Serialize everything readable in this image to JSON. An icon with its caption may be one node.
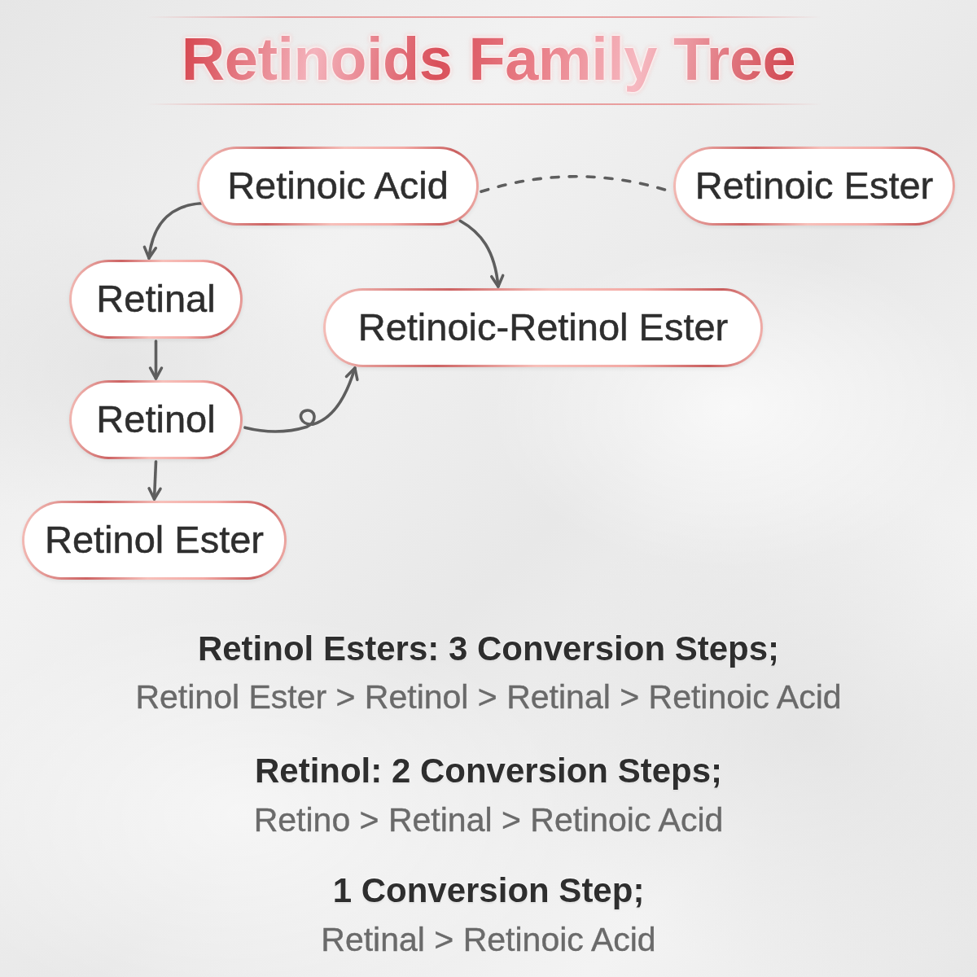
{
  "diagram": {
    "title": "Retinoids Family Tree",
    "nodes": [
      {
        "text": [
          "Retinoic Acid"
        ]
      },
      {
        "text": [
          "Retinoic Ester"
        ]
      },
      {
        "text": [
          "Retinal"
        ]
      },
      {
        "text": [
          "Retinoic-Retinol Ester"
        ]
      },
      {
        "text": [
          "Retinol"
        ]
      },
      {
        "text": [
          "Retinol Ester"
        ]
      }
    ],
    "edges": [
      {
        "from": 0,
        "to": 2,
        "arrow": "to"
      },
      {
        "from": 0,
        "to": 1,
        "arrow": "none",
        "style": "dashed"
      },
      {
        "from": 0,
        "to": 3,
        "arrow": "to"
      },
      {
        "from": 2,
        "to": 4,
        "arrow": "to"
      },
      {
        "from": 4,
        "to": 3,
        "arrow": "to"
      },
      {
        "from": 4,
        "to": 5,
        "arrow": "to"
      }
    ],
    "labels": [
      "Retinol Esters: 3 Conversion Steps;",
      "Retinol Ester > Retinol > Retinal > Retinoic Acid",
      "Retinol: 2 Conversion Steps;",
      "Retino > Retinal > Retinoic Acid",
      "1 Conversion Step;",
      "Retinal > Retinoic Acid"
    ]
  }
}
